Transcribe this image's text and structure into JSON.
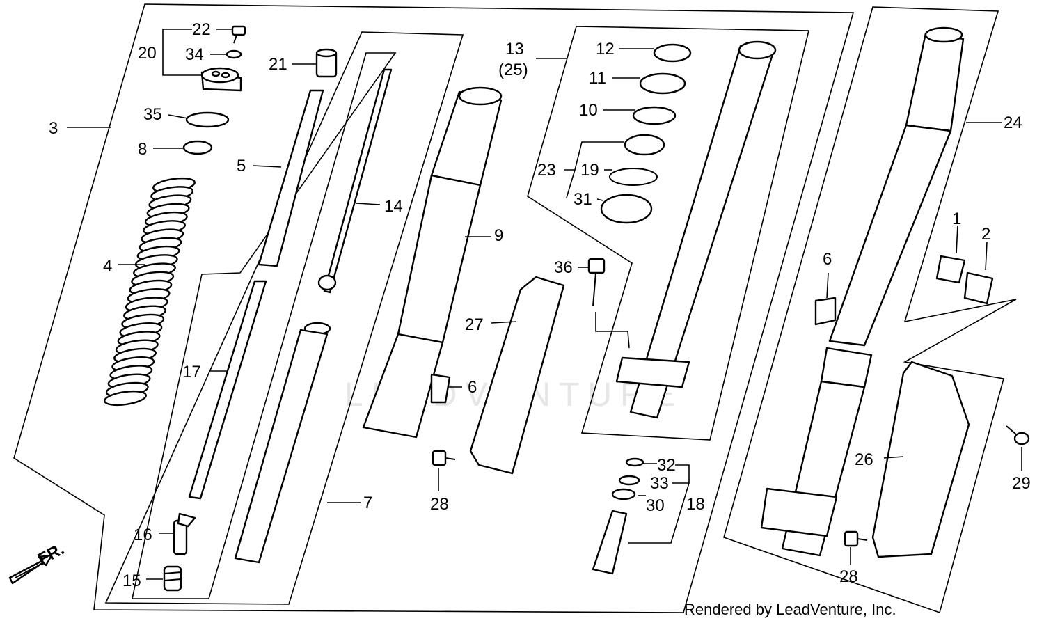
{
  "watermark": "LEADVENTURE",
  "footer": "Rendered by LeadVenture, Inc.",
  "direction_label": "FR.",
  "callouts": {
    "c22": "22",
    "c20": "20",
    "c34": "34",
    "c35": "35",
    "c3": "3",
    "c8": "8",
    "c4": "4",
    "c21": "21",
    "c5": "5",
    "c17": "17",
    "c16": "16",
    "c15": "15",
    "c14": "14",
    "c9": "9",
    "c7": "7",
    "c6a": "6",
    "c27": "27",
    "c28a": "28",
    "c13": "13",
    "c25": "(25)",
    "c12": "12",
    "c11": "11",
    "c10": "10",
    "c23": "23",
    "c19": "19",
    "c31": "31",
    "c36": "36",
    "c32": "32",
    "c33": "33",
    "c30": "30",
    "c18": "18",
    "c24": "24",
    "c1": "1",
    "c2": "2",
    "c6b": "6",
    "c26": "26",
    "c29": "29",
    "c28b": "28"
  }
}
